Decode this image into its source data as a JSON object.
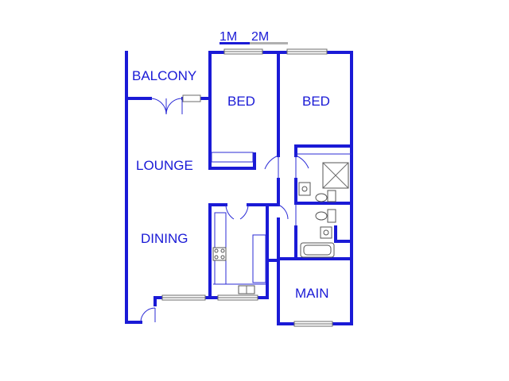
{
  "scale": {
    "label_1": "1M",
    "label_2": "2M"
  },
  "rooms": {
    "balcony": "BALCONY",
    "bed_1": "BED",
    "bed_2": "BED",
    "lounge": "LOUNGE",
    "dining": "DINING",
    "main": "MAIN"
  },
  "colors": {
    "wall": "#1a1ad6",
    "label": "#1a1ad6",
    "fixture": "#555555",
    "scale_bar_grey": "#b0b0b0"
  }
}
